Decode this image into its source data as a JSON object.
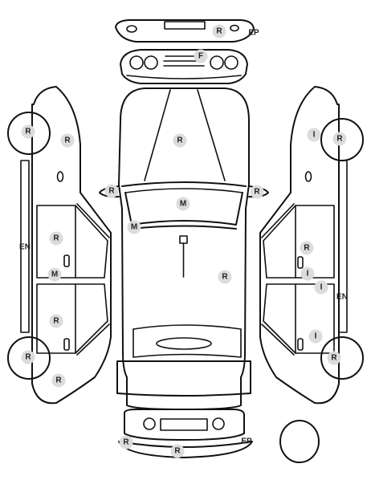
{
  "colors": {
    "badge": "#dcdcdc",
    "line": "#111111",
    "text": "#222222"
  },
  "markers": [
    {
      "id": "rear-bumper-top",
      "code": "R",
      "badge": true
    },
    {
      "id": "rear-bumper-right",
      "code": "EP",
      "badge": false
    },
    {
      "id": "rear-window",
      "code": "F",
      "badge": true
    },
    {
      "id": "left-rear-wheel",
      "code": "R",
      "badge": true
    },
    {
      "id": "left-rear-quarter",
      "code": "R",
      "badge": true
    },
    {
      "id": "right-rear-quarter",
      "code": "I",
      "badge": true
    },
    {
      "id": "right-rear-wheel",
      "code": "R",
      "badge": true
    },
    {
      "id": "trunk",
      "code": "R",
      "badge": true
    },
    {
      "id": "left-mirror",
      "code": "R",
      "badge": true
    },
    {
      "id": "right-mirror",
      "code": "R",
      "badge": true
    },
    {
      "id": "roof",
      "code": "M",
      "badge": true
    },
    {
      "id": "windshield-left",
      "code": "M",
      "badge": true
    },
    {
      "id": "left-sill",
      "code": "EN",
      "badge": false
    },
    {
      "id": "left-rear-door",
      "code": "R",
      "badge": true
    },
    {
      "id": "left-rear-door-lower",
      "code": "M",
      "badge": true
    },
    {
      "id": "hood",
      "code": "R",
      "badge": true
    },
    {
      "id": "right-rear-door",
      "code": "R",
      "badge": true
    },
    {
      "id": "right-rear-door-lower",
      "code": "I",
      "badge": true
    },
    {
      "id": "right-front-door-upper",
      "code": "I",
      "badge": true
    },
    {
      "id": "right-sill",
      "code": "EN",
      "badge": false
    },
    {
      "id": "left-front-door",
      "code": "R",
      "badge": true
    },
    {
      "id": "right-front-fender",
      "code": "I",
      "badge": true
    },
    {
      "id": "left-front-wheel",
      "code": "R",
      "badge": true
    },
    {
      "id": "right-front-wheel",
      "code": "R",
      "badge": true
    },
    {
      "id": "left-front-fender",
      "code": "R",
      "badge": true
    },
    {
      "id": "front-bumper-left",
      "code": "R",
      "badge": true
    },
    {
      "id": "front-bumper-right",
      "code": "EP",
      "badge": false
    },
    {
      "id": "front-bumper-bottom",
      "code": "R",
      "badge": true
    }
  ]
}
